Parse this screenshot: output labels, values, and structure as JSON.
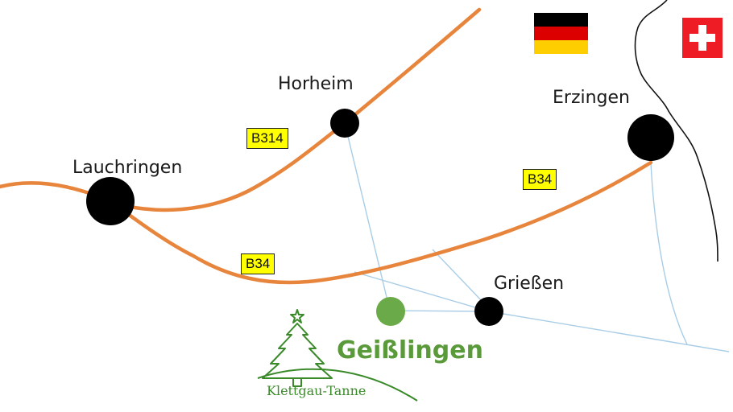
{
  "towns": [
    {
      "id": "lauchringen",
      "label": "Lauchringen"
    },
    {
      "id": "horheim",
      "label": "Horheim"
    },
    {
      "id": "erzingen",
      "label": "Erzingen"
    },
    {
      "id": "griessen",
      "label": "Grießen"
    }
  ],
  "highlight": {
    "label": "Geißlingen"
  },
  "roads": [
    {
      "id": "b314",
      "label": "B314"
    },
    {
      "id": "b34-west",
      "label": "B34"
    },
    {
      "id": "b34-east",
      "label": "B34"
    }
  ],
  "logo": {
    "text": "Klettgau-Tanne"
  },
  "flags": [
    {
      "country": "Germany",
      "icon": "germany-flag-icon"
    },
    {
      "country": "Switzerland",
      "icon": "switzerland-flag-icon"
    }
  ],
  "colors": {
    "main_road": "#e8853d",
    "minor_road": "#a9cde6",
    "border": "#111111",
    "town": "#000000",
    "highlight": "#6aaa48",
    "logo": "#3a8a2a",
    "badge": "#ffff00"
  }
}
